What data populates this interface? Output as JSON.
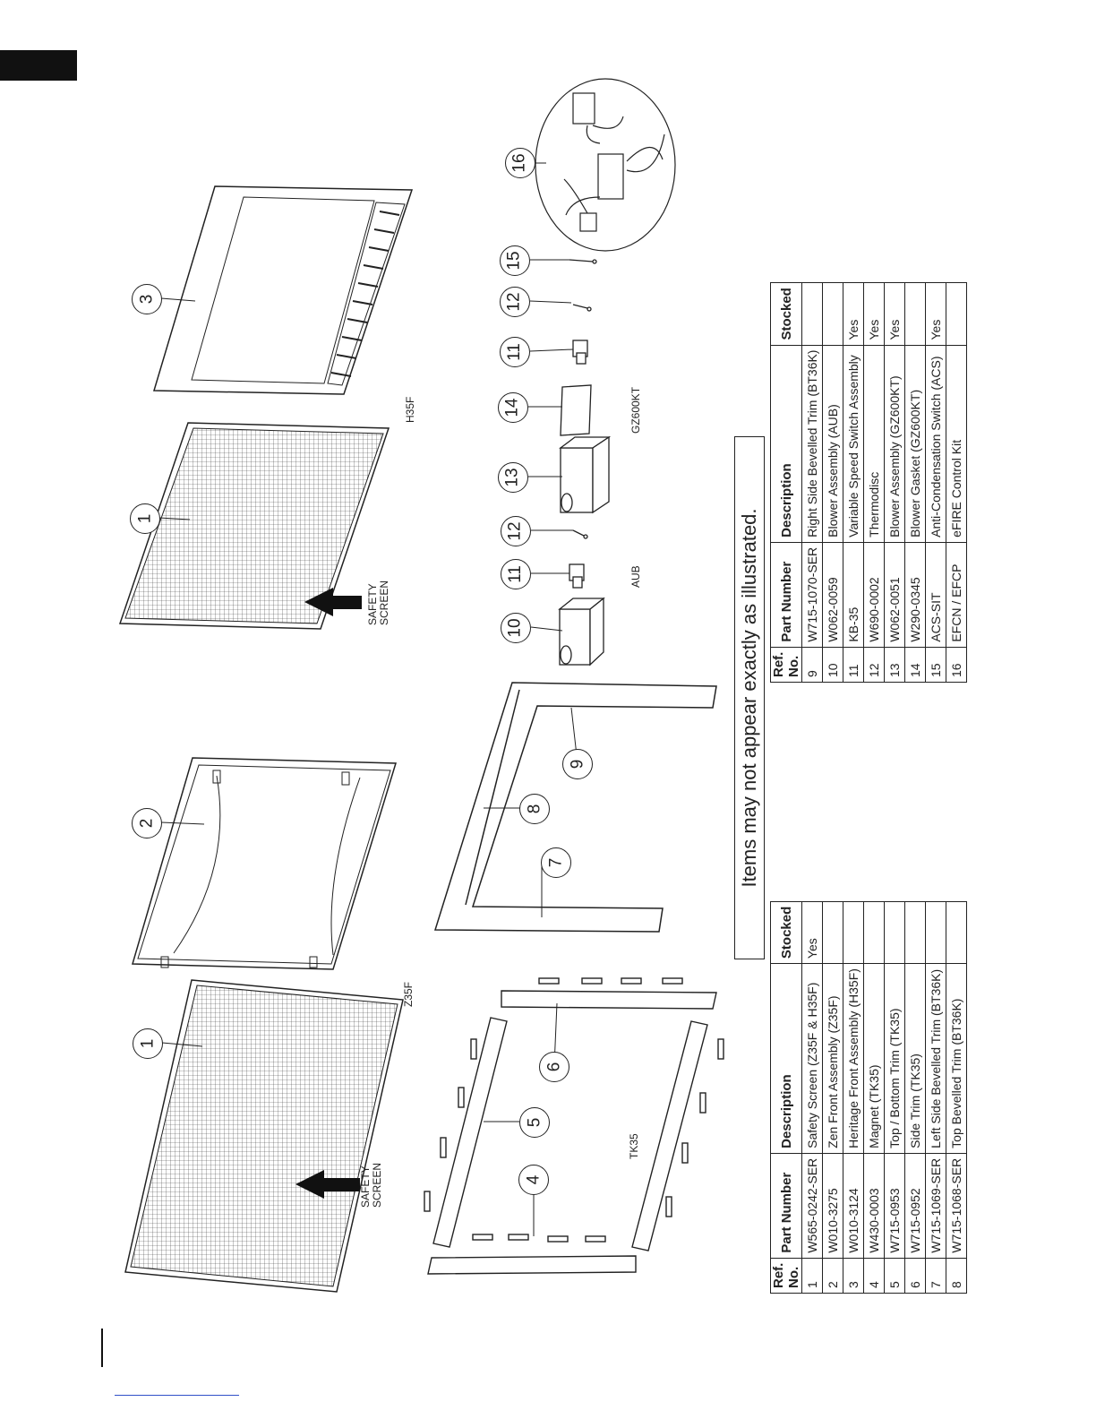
{
  "note": "Items may not appear exactly as illustrated.",
  "table_headers": {
    "ref": "Ref. No.",
    "part": "Part Number",
    "description": "Description",
    "stocked": "Stocked"
  },
  "parts_left": [
    {
      "ref": "1",
      "part": "W565-0242-SER",
      "description": "Safety Screen (Z35F & H35F)",
      "stocked": "Yes"
    },
    {
      "ref": "2",
      "part": "W010-3275",
      "description": "Zen Front Assembly (Z35F)",
      "stocked": ""
    },
    {
      "ref": "3",
      "part": "W010-3124",
      "description": "Heritage Front Assembly (H35F)",
      "stocked": ""
    },
    {
      "ref": "4",
      "part": "W430-0003",
      "description": "Magnet (TK35)",
      "stocked": ""
    },
    {
      "ref": "5",
      "part": "W715-0953",
      "description": "Top / Bottom Trim (TK35)",
      "stocked": ""
    },
    {
      "ref": "6",
      "part": "W715-0952",
      "description": "Side Trim  (TK35)",
      "stocked": ""
    },
    {
      "ref": "7",
      "part": "W715-1069-SER",
      "description": "Left Side Bevelled Trim (BT36K)",
      "stocked": ""
    },
    {
      "ref": "8",
      "part": "W715-1068-SER",
      "description": "Top Bevelled Trim (BT36K)",
      "stocked": ""
    }
  ],
  "parts_right": [
    {
      "ref": "9",
      "part": "W715-1070-SER",
      "description": "Right Side Bevelled Trim (BT36K)",
      "stocked": ""
    },
    {
      "ref": "10",
      "part": "W062-0059",
      "description": "Blower Assembly (AUB)",
      "stocked": ""
    },
    {
      "ref": "11",
      "part": "KB-35",
      "description": "Variable Speed Switch Assembly",
      "stocked": "Yes"
    },
    {
      "ref": "12",
      "part": "W690-0002",
      "description": "Thermodisc",
      "stocked": "Yes"
    },
    {
      "ref": "13",
      "part": "W062-0051",
      "description": "Blower Assembly (GZ600KT)",
      "stocked": "Yes"
    },
    {
      "ref": "14",
      "part": "W290-0345",
      "description": "Blower Gasket (GZ600KT)",
      "stocked": ""
    },
    {
      "ref": "15",
      "part": "ACS-SIT",
      "description": "Anti-Condensation Switch (ACS)",
      "stocked": "Yes"
    },
    {
      "ref": "16",
      "part": "EFCN / EFCP",
      "description": "eFIRE Control Kit",
      "stocked": ""
    }
  ],
  "labels": {
    "safety_screen_line1": "SAFETY",
    "safety_screen_line2": "SCREEN",
    "z35f": "Z35F",
    "h35f": "H35F",
    "tk35": "TK35",
    "aub": "AUB",
    "gz600kt": "GZ600KT"
  },
  "callouts": [
    "1",
    "2",
    "3",
    "4",
    "5",
    "6",
    "7",
    "8",
    "9",
    "10",
    "11",
    "12",
    "13",
    "14",
    "15",
    "16"
  ],
  "icons": [
    "arrow-icon"
  ]
}
